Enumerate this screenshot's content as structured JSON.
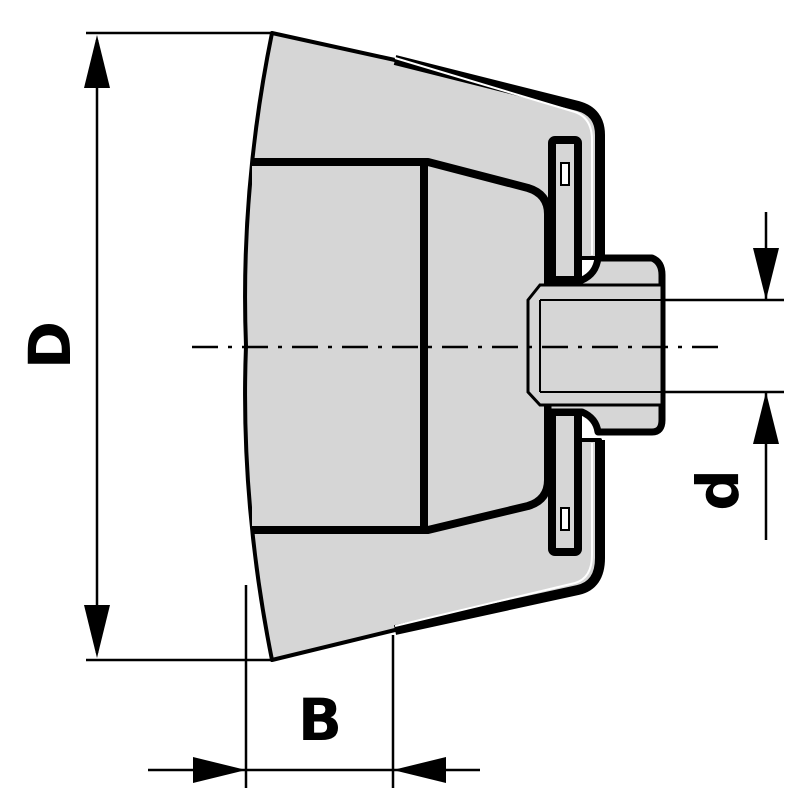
{
  "dimensions": {
    "outer_diameter": {
      "label": "D"
    },
    "width": {
      "label": "B"
    },
    "bore_diameter": {
      "label": "d"
    }
  },
  "colors": {
    "body_fill": "#d6d6d6",
    "line": "#000000",
    "background": "#ffffff",
    "highlight": "#ffffff"
  }
}
